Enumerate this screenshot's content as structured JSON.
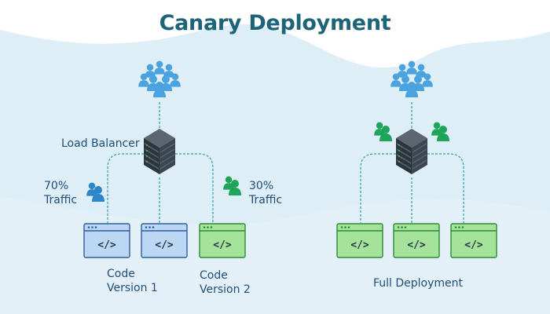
{
  "title": "Canary Deployment",
  "colors": {
    "title": "#1e6478",
    "label": "#1f4e79",
    "background_wave": "#deeef6",
    "connector": "#2aa0b0",
    "user_blue": "#4aa3df",
    "user_green": "#1ea55a",
    "server_body": "#37414b",
    "window_blue_fill": "#bcd7f4",
    "window_blue_border": "#2d5e9e",
    "window_green_fill": "#a5e39a",
    "window_green_border": "#2f8a3a"
  },
  "canary": {
    "load_balancer_label": "Load Balancer",
    "traffic_left": {
      "percent": "70%",
      "word": "Traffic"
    },
    "traffic_right": {
      "percent": "30%",
      "word": "Traffic"
    },
    "version1": {
      "line1": "Code",
      "line2": "Version 1"
    },
    "version2": {
      "line1": "Code",
      "line2": "Version 2"
    },
    "window_code_glyph": "</>"
  },
  "full": {
    "label": "Full Deployment"
  }
}
